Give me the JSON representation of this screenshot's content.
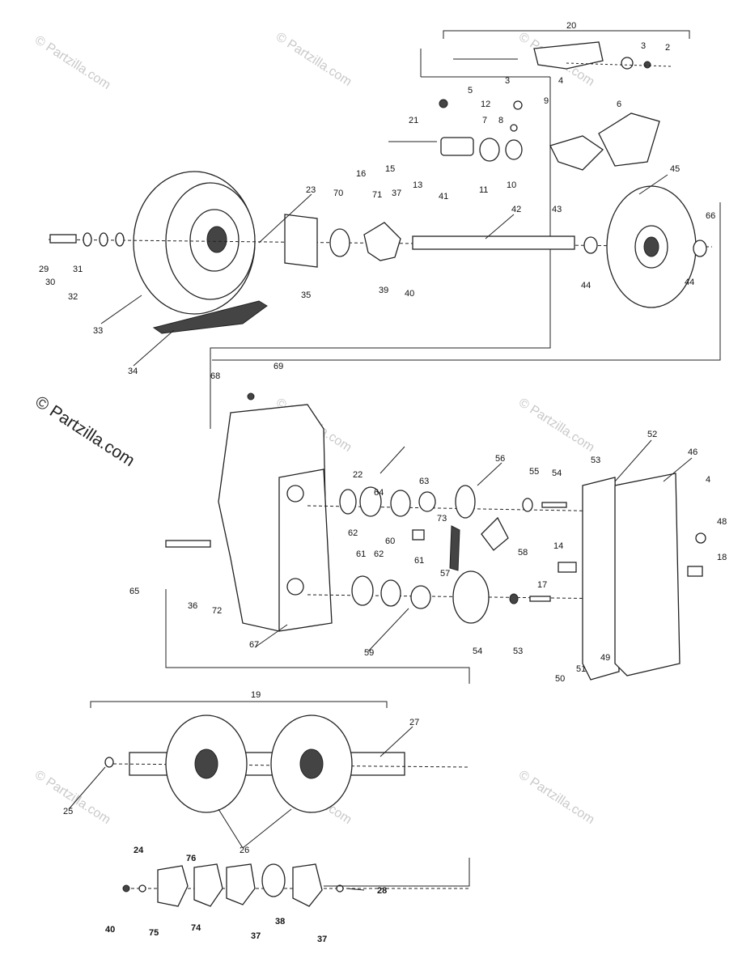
{
  "watermarks": {
    "main": "© Partzilla.com",
    "tile": "© Partzilla.com"
  },
  "callouts": {
    "c1": "2",
    "c2": "3",
    "c3": "3",
    "c4": "4",
    "c5": "5",
    "c6": "6",
    "c7": "7",
    "c8": "8",
    "c9": "9",
    "c10": "10",
    "c11": "11",
    "c12": "12",
    "c13": "13",
    "c14": "15",
    "c15": "16",
    "c16": "20",
    "c17": "21",
    "c18": "23",
    "c19": "29",
    "c20": "30",
    "c21": "31",
    "c22": "32",
    "c23": "33",
    "c24": "34",
    "c25": "35",
    "c26": "37",
    "c27": "39",
    "c28": "40",
    "c29": "41",
    "c30": "42",
    "c31": "43",
    "c32": "44",
    "c33": "44",
    "c34": "45",
    "c35": "66",
    "c36": "70",
    "c37": "71",
    "m1": "68",
    "m2": "69",
    "m3": "56",
    "m4": "55",
    "m5": "54",
    "m6": "53",
    "m7": "52",
    "m8": "46",
    "m9": "4",
    "m10": "48",
    "m11": "18",
    "m12": "22",
    "m13": "63",
    "m14": "64",
    "m15": "73",
    "m16": "62",
    "m17": "60",
    "m18": "61",
    "m19": "65",
    "m20": "36",
    "m21": "72",
    "m22": "62",
    "m23": "61",
    "m24": "57",
    "m25": "58",
    "m26": "14",
    "m27": "17",
    "m28": "54",
    "m29": "53",
    "m30": "51",
    "m31": "49",
    "m32": "50",
    "m33": "67",
    "m34": "59",
    "b1": "19",
    "b2": "27",
    "b3": "25",
    "b4": "26",
    "b5": "24",
    "b6": "76",
    "b7": "40",
    "b8": "75",
    "b9": "74",
    "b10": "37",
    "b11": "38",
    "b12": "37",
    "b13": "28"
  }
}
